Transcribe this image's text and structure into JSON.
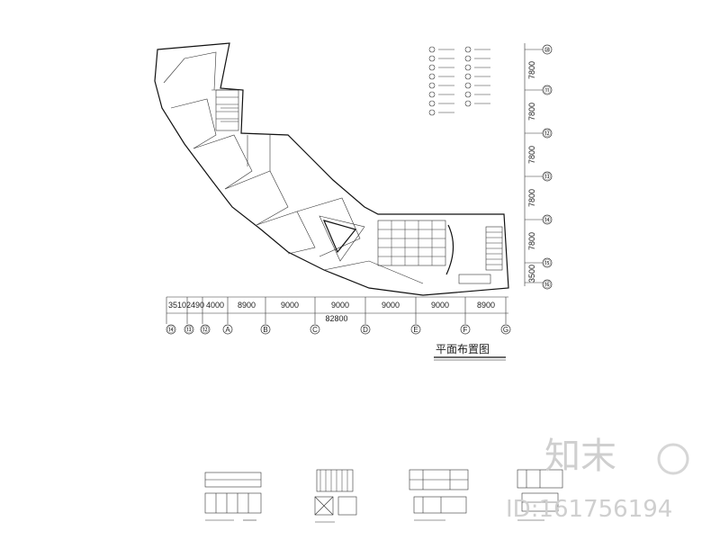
{
  "drawing": {
    "title": "平面布置图",
    "total_dimension": "82800",
    "bottom_dimensions": [
      "3510",
      "2490",
      "4000",
      "8900",
      "9000",
      "9000",
      "9000",
      "9000",
      "8900"
    ],
    "bottom_axes": [
      "⑭",
      "⑬",
      "⑫",
      "A",
      "B",
      "C",
      "D",
      "E",
      "F",
      "G"
    ],
    "right_dimensions": [
      "7800",
      "7800",
      "7800",
      "7800",
      "7800",
      "3500"
    ],
    "right_axes": [
      "⑩",
      "⑪",
      "⑫",
      "⑬",
      "⑭",
      "⑮",
      "⑯"
    ]
  },
  "watermark": {
    "brand": "知末",
    "id_text": "ID:161756194"
  }
}
